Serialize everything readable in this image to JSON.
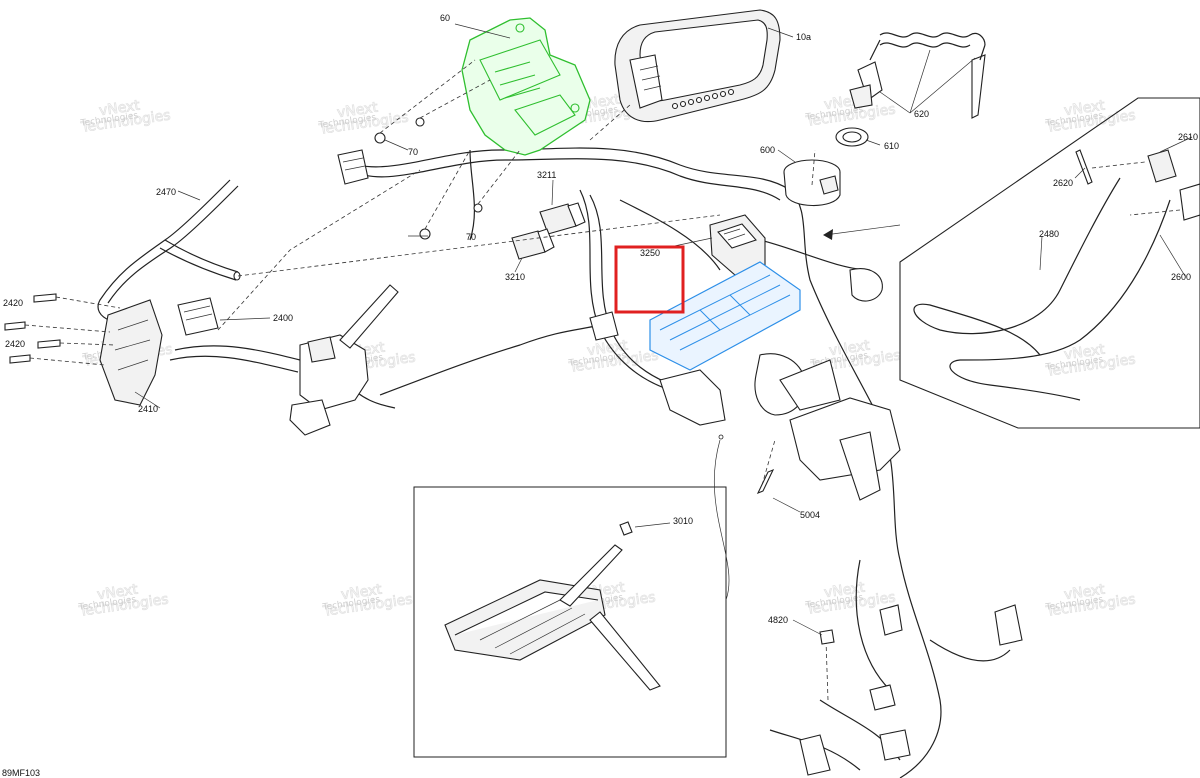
{
  "diagram": {
    "code": "89MF103",
    "watermark": {
      "line1": "vNext",
      "line2": "Technologies"
    },
    "highlighted_part": "3250",
    "parts": [
      {
        "id": "p60",
        "label": "60"
      },
      {
        "id": "p10a",
        "label": "10a"
      },
      {
        "id": "p620",
        "label": "620"
      },
      {
        "id": "p610",
        "label": "610"
      },
      {
        "id": "p600",
        "label": "600"
      },
      {
        "id": "p70a",
        "label": "70"
      },
      {
        "id": "p70b",
        "label": "70"
      },
      {
        "id": "p2470",
        "label": "2470"
      },
      {
        "id": "p3211",
        "label": "3211"
      },
      {
        "id": "p3210",
        "label": "3210"
      },
      {
        "id": "p3250",
        "label": "3250"
      },
      {
        "id": "p2420a",
        "label": "2420"
      },
      {
        "id": "p2420b",
        "label": "2420"
      },
      {
        "id": "p2400",
        "label": "2400"
      },
      {
        "id": "p2410",
        "label": "2410"
      },
      {
        "id": "p2610",
        "label": "2610"
      },
      {
        "id": "p2620",
        "label": "2620"
      },
      {
        "id": "p2480",
        "label": "2480"
      },
      {
        "id": "p2600",
        "label": "2600"
      },
      {
        "id": "p5004",
        "label": "5004"
      },
      {
        "id": "p3010",
        "label": "3010"
      },
      {
        "id": "p4820",
        "label": "4820"
      }
    ]
  }
}
